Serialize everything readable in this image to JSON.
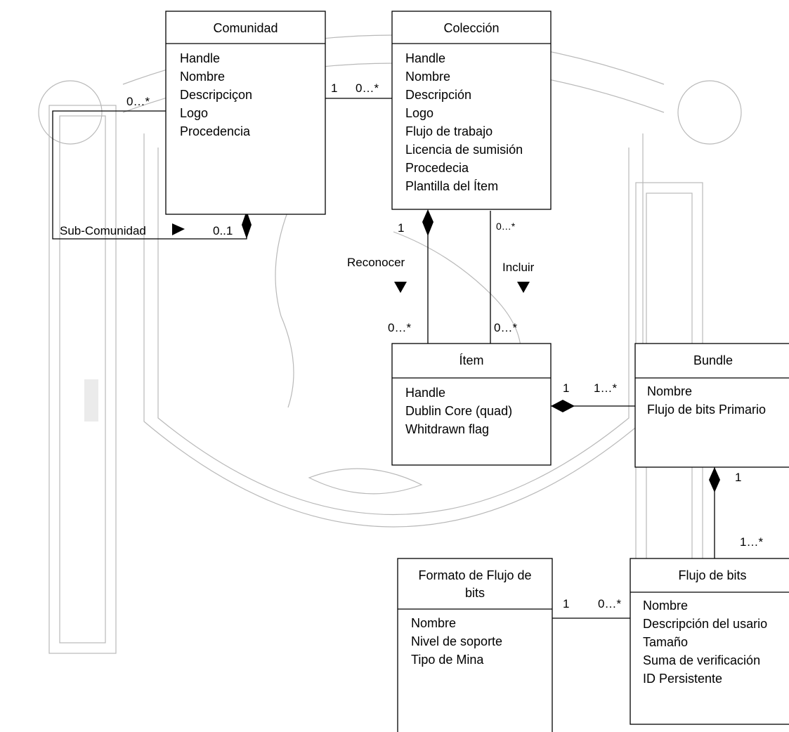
{
  "classes": {
    "comunidad": {
      "title": "Comunidad",
      "attributes": [
        "Handle",
        "Nombre",
        "Descripciçon",
        "Logo",
        "Procedencia"
      ]
    },
    "coleccion": {
      "title": "Colección",
      "attributes": [
        "Handle",
        "Nombre",
        "Descripción",
        "Logo",
        "Flujo de trabajo",
        "Licencia de sumisión",
        "Procedecia",
        "Plantilla del Ítem"
      ]
    },
    "item": {
      "title": "Ítem",
      "attributes": [
        "Handle",
        "Dublin Core (quad)",
        "Whitdrawn flag"
      ]
    },
    "bundle": {
      "title": "Bundle",
      "attributes": [
        "Nombre",
        "Flujo de bits Primario"
      ]
    },
    "flujo_bits": {
      "title": "Flujo de bits",
      "attributes": [
        "Nombre",
        "Descripción del usario",
        "Tamaño",
        "Suma de verificación",
        "ID Persistente"
      ]
    },
    "formato": {
      "title_line1": "Formato de Flujo de",
      "title_line2": "bits",
      "attributes": [
        "Nombre",
        "Nivel de soporte",
        "Tipo de Mina"
      ]
    }
  },
  "relations": {
    "sub_comunidad": {
      "label": "Sub-Comunidad",
      "end_top": "0…*",
      "end_bottom": "0..1"
    },
    "comunidad_coleccion": {
      "end_left": "1",
      "end_right": "0…*"
    },
    "reconocer": {
      "label": "Reconocer",
      "end_top": "1",
      "end_bottom": "0…*"
    },
    "incluir": {
      "label": "Incluir",
      "end_top": "0…*",
      "end_bottom": "0…*"
    },
    "item_bundle": {
      "end_left": "1",
      "end_right": "1…*"
    },
    "bundle_flujo": {
      "end_top": "1",
      "end_bottom": "1…*"
    },
    "formato_flujo": {
      "end_left": "1",
      "end_right": "0…*"
    }
  }
}
